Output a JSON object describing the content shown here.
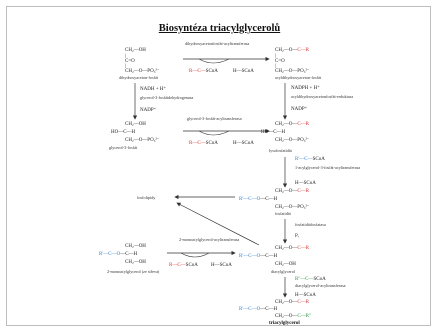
{
  "title": "Biosyntéza  triacylglycerolů",
  "colors": {
    "blue": "#2f7fd0",
    "red": "#d33",
    "green": "#2a9a4a"
  },
  "molecules": {
    "dhap": "dihydroxyaceton-fosfát",
    "glycerol3p": "glycerol-3-fosfát",
    "acyl_dhap": "acyldihydroxyaceton-fosfát",
    "lysophosphatidate": "lysofosfatidát",
    "phosphatidate": "fosfatidát",
    "diacylglycerol": "diacylglycerol",
    "triacylglycerol": "triacylglycerol",
    "monoacylglycerol": "2-monoacylglycerol (ze střeva)",
    "phospholipids": "fosfolipidy"
  },
  "enzymes": {
    "dhap_acyltransferase": "dihydroxyacetonfosfát-acyltransferasa",
    "g3p_dehydrogenase": "glycerol-3-fosfátdehydrogenasa",
    "g3p_acyltransferase": "glycerol-3-fosfát-acyltransferasa",
    "acyl_dhap_reductase": "acyldihydroxyacetonfosfát-reduktasa",
    "lysophosphatidate_acyltransferase": "1-acylglycerol-3-fosfát-acyltransferasa",
    "phosphatidate_phosphatase": "fosfatidátfosfatasa",
    "monoacylglycerol_acyltransferase": "2-monoacylglycerol-acyltransferasa",
    "diacylglycerol_acyltransferase": "diacylglycerol-acyltransferasa"
  },
  "cofactors": {
    "nadh": "NADH + H⁺",
    "nadplus": "NADP⁺",
    "nadph": "NADPH + H⁺",
    "nadp": "NADP⁺",
    "scoa": "SCoA",
    "hscoa": "H—SCoA",
    "pi": "Pᵢ"
  }
}
